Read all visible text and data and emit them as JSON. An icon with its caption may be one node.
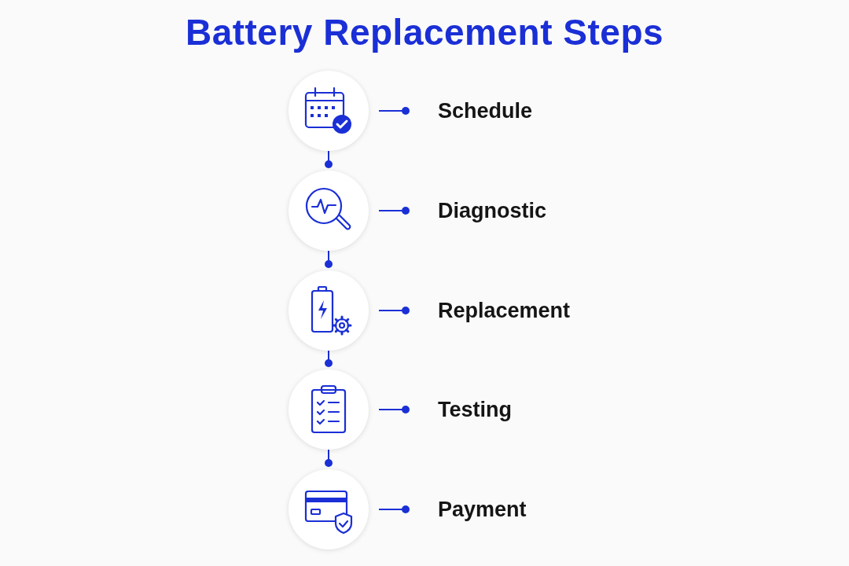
{
  "diagram": {
    "title": "Battery Replacement Steps",
    "nodes": [
      {
        "text": [],
        "shape": "circle"
      },
      {
        "text": [
          "Schedule"
        ]
      },
      {
        "text": [],
        "shape": "circle"
      },
      {
        "text": [
          "Diagnostic"
        ]
      },
      {
        "text": [],
        "shape": "circle"
      },
      {
        "text": [
          "Replacement"
        ]
      },
      {
        "text": [],
        "shape": "circle"
      },
      {
        "text": [
          "Testing"
        ]
      },
      {
        "text": [],
        "shape": "circle"
      },
      {
        "text": [
          "Payment"
        ]
      }
    ],
    "edges": [
      {
        "from": 0,
        "to": 1,
        "arrow": "other"
      },
      {
        "from": 0,
        "to": 2,
        "arrow": "other"
      },
      {
        "from": 2,
        "to": 3,
        "arrow": "other"
      },
      {
        "from": 2,
        "to": 4,
        "arrow": "other"
      },
      {
        "from": 4,
        "to": 5,
        "arrow": "other"
      },
      {
        "from": 4,
        "to": 6,
        "arrow": "other"
      },
      {
        "from": 6,
        "to": 7,
        "arrow": "other"
      },
      {
        "from": 6,
        "to": 8,
        "arrow": "other"
      },
      {
        "from": 8,
        "to": 9,
        "arrow": "other"
      }
    ]
  }
}
